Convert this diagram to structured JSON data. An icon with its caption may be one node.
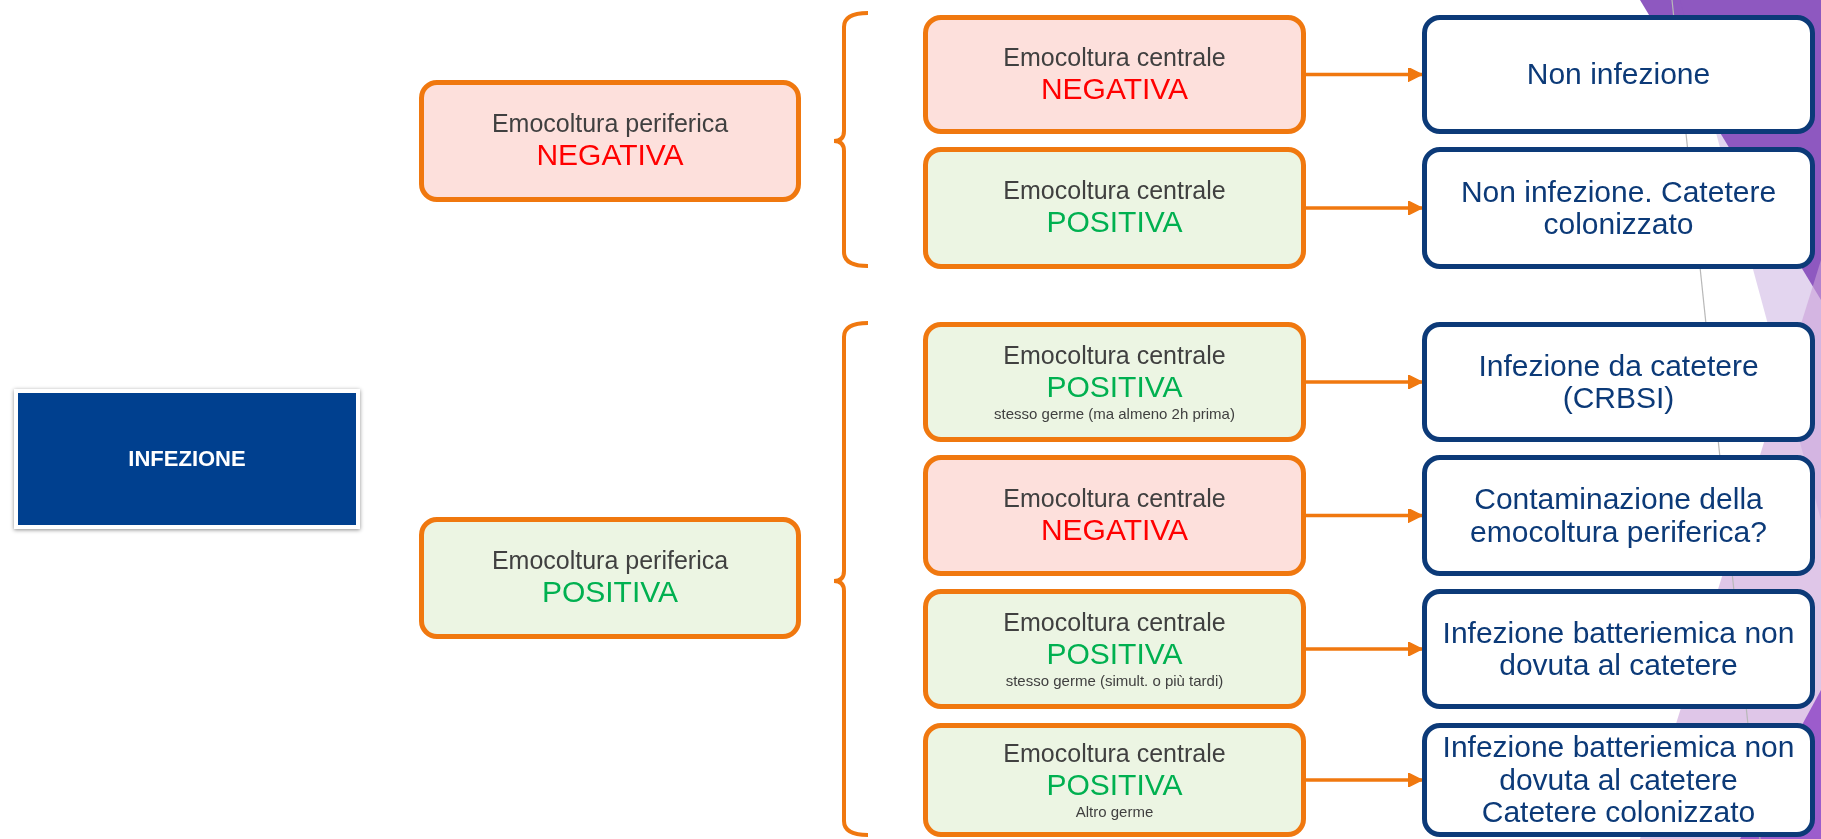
{
  "diagram": {
    "nodes": [
      {
        "text": [
          "INFEZIONE"
        ]
      },
      {
        "text": [
          "Emocoltura periferica",
          "NEGATIVA"
        ]
      },
      {
        "text": [
          "Emocoltura periferica",
          "POSITIVA"
        ]
      },
      {
        "text": [
          "Emocoltura centrale",
          "NEGATIVA"
        ]
      },
      {
        "text": [
          "Emocoltura centrale",
          "POSITIVA"
        ]
      },
      {
        "text": [
          "Emocoltura centrale",
          "POSITIVA",
          "stesso germe (ma almeno 2h prima)"
        ]
      },
      {
        "text": [
          "Emocoltura centrale",
          "NEGATIVA"
        ]
      },
      {
        "text": [
          "Emocoltura centrale",
          "POSITIVA",
          "stesso germe (simult. o più tardi)"
        ]
      },
      {
        "text": [
          "Emocoltura centrale",
          "POSITIVA",
          "Altro germe"
        ]
      },
      {
        "text": [
          "Non infezione"
        ]
      },
      {
        "text": [
          "Non infezione. Catetere colonizzato"
        ]
      },
      {
        "text": [
          "Infezione da catetere (CRBSI)"
        ]
      },
      {
        "text": [
          "Contaminazione della emocoltura periferica?"
        ]
      },
      {
        "text": [
          "Infezione batteriemica non dovuta al catetere"
        ]
      },
      {
        "text": [
          "Infezione batteriemica non dovuta al catetere Catetere colonizzato"
        ]
      }
    ],
    "edges": [
      {
        "from": 3,
        "to": 9,
        "arrow": "to"
      },
      {
        "from": 4,
        "to": 10,
        "arrow": "to"
      },
      {
        "from": 5,
        "to": 11,
        "arrow": "to"
      },
      {
        "from": 6,
        "to": 12,
        "arrow": "to"
      },
      {
        "from": 7,
        "to": 13,
        "arrow": "to"
      },
      {
        "from": 8,
        "to": 14,
        "arrow": "to"
      }
    ]
  }
}
